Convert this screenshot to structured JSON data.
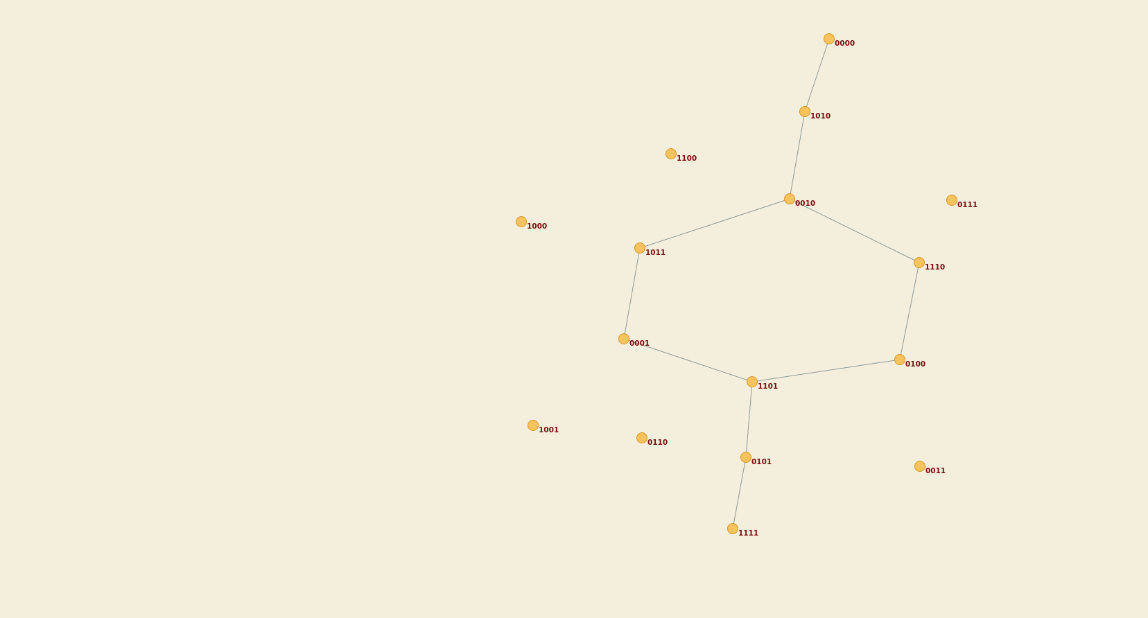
{
  "graph": {
    "colors": {
      "background": "#f4efdd",
      "node_fill": "#f8c35c",
      "node_stroke": "#d9962a",
      "edge": "#8a9a98",
      "label": "#7a0f0f"
    },
    "nodes": [
      {
        "id": "0000",
        "label": "0000"
      },
      {
        "id": "1010",
        "label": "1010"
      },
      {
        "id": "1100",
        "label": "1100"
      },
      {
        "id": "0010",
        "label": "0010"
      },
      {
        "id": "0111",
        "label": "0111"
      },
      {
        "id": "1000",
        "label": "1000"
      },
      {
        "id": "1011",
        "label": "1011"
      },
      {
        "id": "1110",
        "label": "1110"
      },
      {
        "id": "0001",
        "label": "0001"
      },
      {
        "id": "0100",
        "label": "0100"
      },
      {
        "id": "1101",
        "label": "1101"
      },
      {
        "id": "1001",
        "label": "1001"
      },
      {
        "id": "0110",
        "label": "0110"
      },
      {
        "id": "0101",
        "label": "0101"
      },
      {
        "id": "0011",
        "label": "0011"
      },
      {
        "id": "1111",
        "label": "1111"
      }
    ],
    "edges": [
      {
        "source": "0000",
        "target": "1010"
      },
      {
        "source": "1010",
        "target": "0010"
      },
      {
        "source": "0010",
        "target": "1011"
      },
      {
        "source": "0010",
        "target": "1110"
      },
      {
        "source": "1011",
        "target": "0001"
      },
      {
        "source": "1110",
        "target": "0100"
      },
      {
        "source": "0001",
        "target": "1101"
      },
      {
        "source": "0100",
        "target": "1101"
      },
      {
        "source": "1101",
        "target": "0101"
      },
      {
        "source": "0101",
        "target": "1111"
      }
    ]
  }
}
